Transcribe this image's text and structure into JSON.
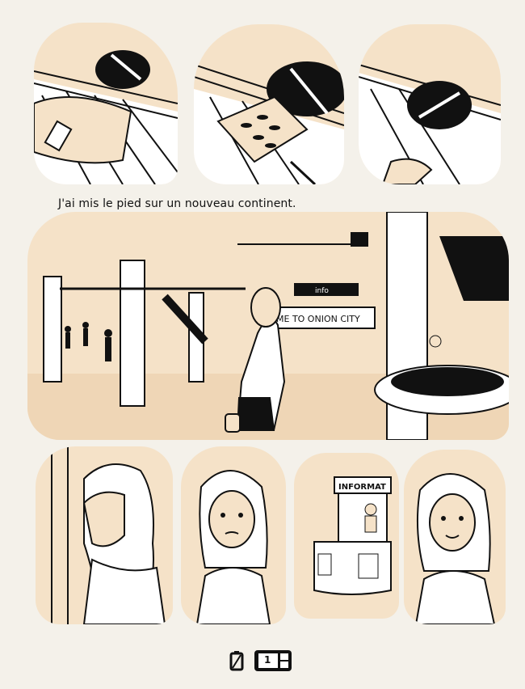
{
  "caption": "J'ai mis le pied sur un nouveau continent.",
  "signs": {
    "banner": "ME TO ONION CITY",
    "info_booth": "INFORMAT",
    "overhead_sign": "info"
  },
  "footer": {
    "page_badge": "1"
  },
  "colors": {
    "paper": "#f4f1ea",
    "skin": "#f5e2c8",
    "ink": "#111111"
  }
}
